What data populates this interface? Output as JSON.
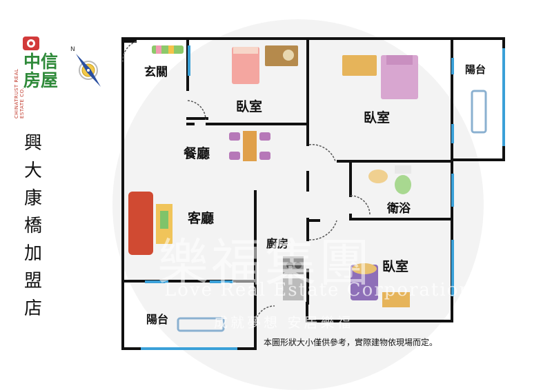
{
  "brand": {
    "name": "中信房屋",
    "name_en": "CHINATRUST REAL ESTATE CO.",
    "logo_color": "#d23a3a",
    "text_color": "#2f8a3a"
  },
  "compass": {
    "north_label": "N"
  },
  "store": {
    "chars": [
      "興",
      "大",
      "康",
      "橋",
      "加",
      "盟",
      "店"
    ]
  },
  "rooms": {
    "entrance": "玄關",
    "bedroom_1": "臥室",
    "bedroom_2": "臥室",
    "bedroom_3": "臥室",
    "balcony_right": "陽台",
    "balcony_bottom": "陽台",
    "dining": "餐廳",
    "living": "客廳",
    "bathroom": "衛浴",
    "kitchen": "廚房"
  },
  "note": "本圖形狀大小僅供參考，實際建物依現場而定。",
  "watermark": {
    "title": "樂福集團",
    "subtitle": "Love Real Estate Corporation",
    "slogan": "成就夢想 安居樂福"
  },
  "colors": {
    "wall": "#111111",
    "window": "#3aa0d8"
  }
}
